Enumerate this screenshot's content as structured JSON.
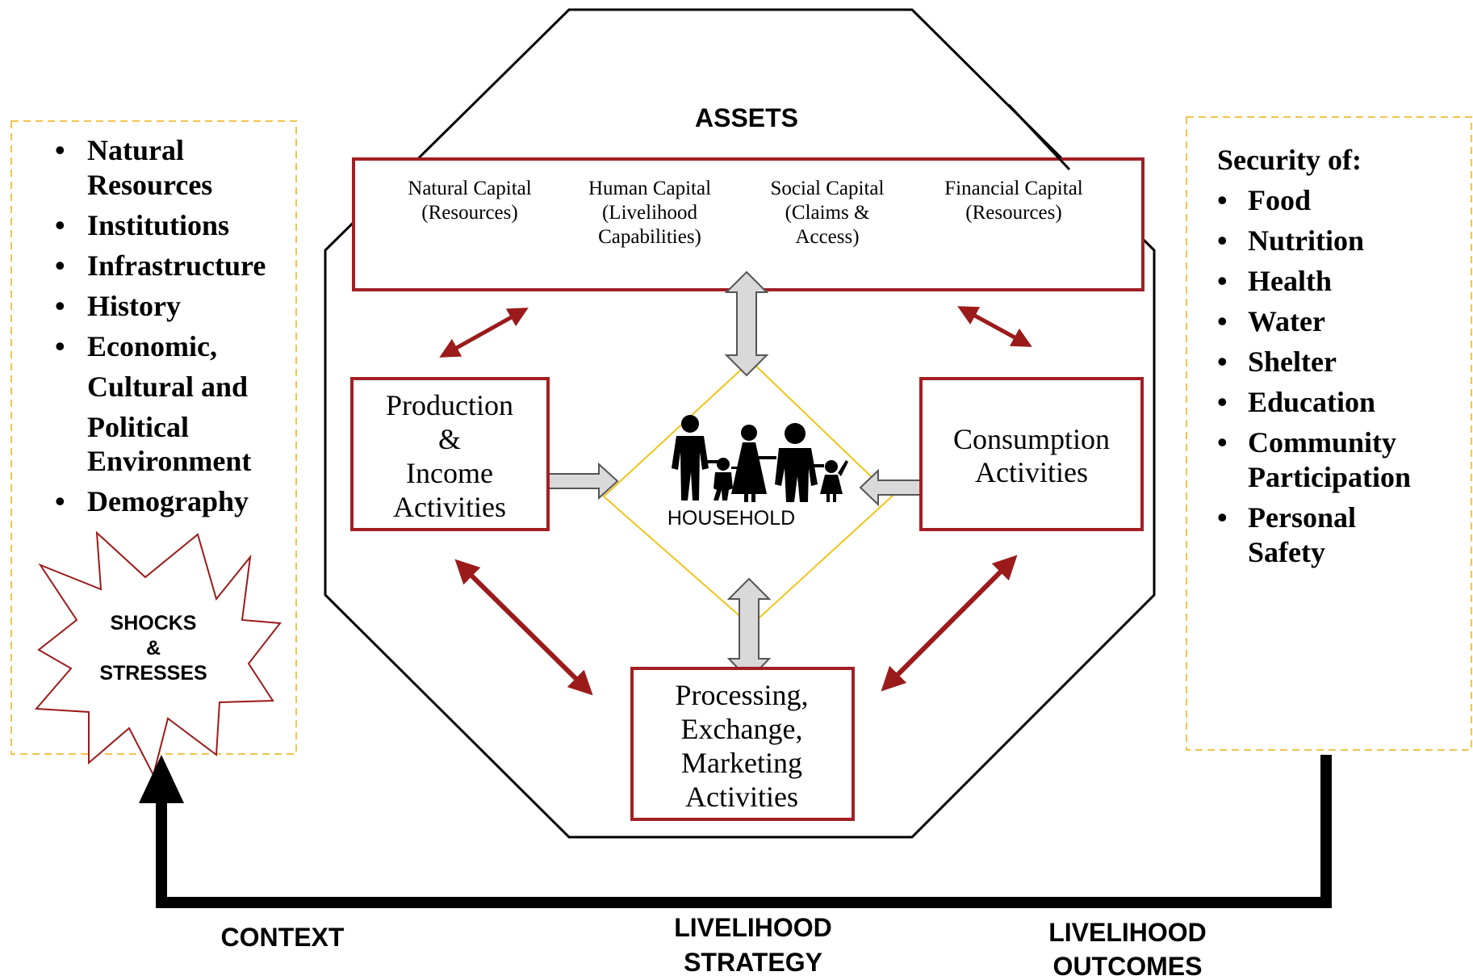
{
  "assets": {
    "title": "ASSETS",
    "capitals": [
      {
        "lines": [
          "Natural Capital",
          "(Resources)"
        ]
      },
      {
        "lines": [
          "Human Capital",
          "(Livelihood",
          "Capabilities)"
        ]
      },
      {
        "lines": [
          "Social Capital",
          "(Claims &",
          "Access)"
        ]
      },
      {
        "lines": [
          "Financial Capital",
          "(Resources)"
        ]
      }
    ]
  },
  "activities": {
    "production": [
      "Production",
      "&",
      "Income",
      "Activities"
    ],
    "consumption": [
      "Consumption",
      "Activities"
    ],
    "processing": [
      "Processing,",
      "Exchange,",
      "Marketing",
      "Activities"
    ]
  },
  "household": {
    "label": "HOUSEHOLD"
  },
  "context": {
    "items": [
      [
        "Natural",
        "Resources"
      ],
      [
        "Institutions"
      ],
      [
        "Infrastructure"
      ],
      [
        "History"
      ],
      [
        "Economic,",
        "Cultural and",
        "Political",
        "Environment"
      ],
      [
        "Demography"
      ]
    ],
    "shocks": [
      "SHOCKS",
      "&",
      "STRESSES"
    ]
  },
  "outcomes": {
    "heading": "Security of:",
    "items": [
      [
        "Food"
      ],
      [
        "Nutrition"
      ],
      [
        "Health"
      ],
      [
        "Water"
      ],
      [
        "Shelter"
      ],
      [
        "Education"
      ],
      [
        "Community",
        "Participation"
      ],
      [
        "Personal",
        "Safety"
      ]
    ]
  },
  "bottom_labels": {
    "context": "CONTEXT",
    "strategy": [
      "LIVELIHOOD",
      "STRATEGY"
    ],
    "outcomes": [
      "LIVELIHOOD",
      "OUTCOMES"
    ]
  },
  "colors": {
    "dark_red": "#9b1b1b",
    "box_red": "#a21f24",
    "gold_dash": "#f2c44e",
    "diamond_gold": "#f0c419",
    "arrow_gray": "#d9d9d9"
  }
}
